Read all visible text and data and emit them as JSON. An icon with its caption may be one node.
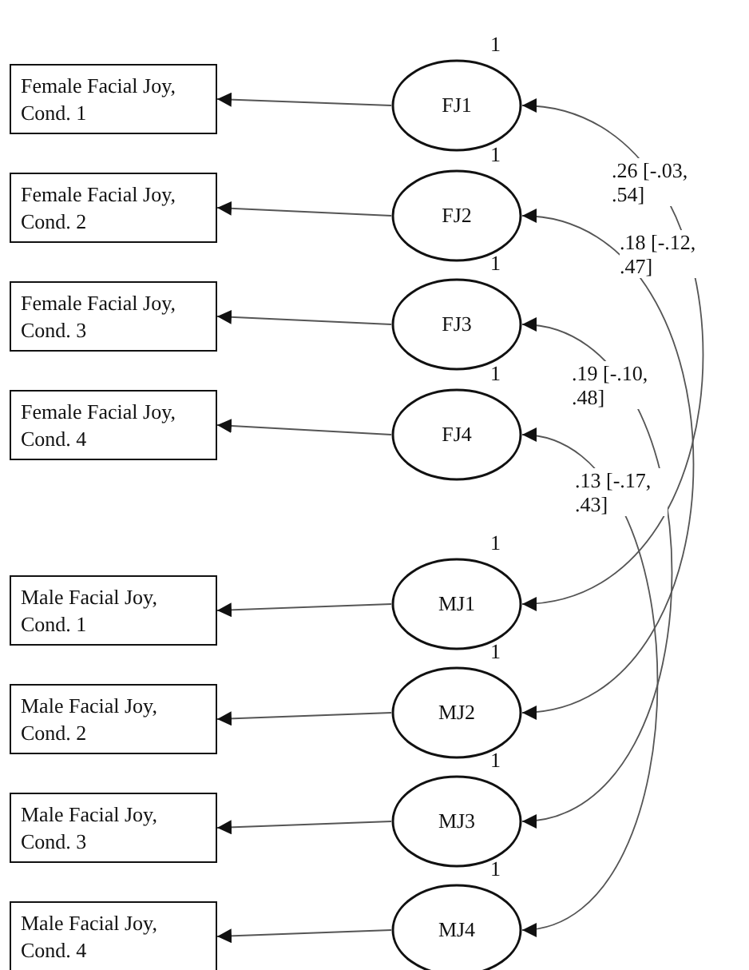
{
  "diagram": {
    "nodes": [
      {
        "text": [
          "Female Facial Joy, Cond. 1"
        ]
      },
      {
        "text": [
          "Female Facial Joy, Cond. 2"
        ]
      },
      {
        "text": [
          "Female Facial Joy, Cond. 3"
        ]
      },
      {
        "text": [
          "Female Facial Joy, Cond. 4"
        ]
      },
      {
        "text": [
          "Male Facial Joy, Cond. 1"
        ]
      },
      {
        "text": [
          "Male Facial Joy, Cond. 2"
        ]
      },
      {
        "text": [
          "Male Facial Joy, Cond. 3"
        ]
      },
      {
        "text": [
          "Male Facial Joy, Cond. 4"
        ]
      },
      {
        "text": [
          "FJ1"
        ],
        "beside": [
          "1"
        ]
      },
      {
        "text": [
          "FJ2"
        ],
        "beside": [
          "1"
        ]
      },
      {
        "text": [
          "FJ3"
        ],
        "beside": [
          "1"
        ]
      },
      {
        "text": [
          "FJ4"
        ],
        "beside": [
          "1"
        ]
      },
      {
        "text": [
          "MJ1"
        ],
        "beside": [
          "1"
        ]
      },
      {
        "text": [
          "MJ2"
        ],
        "beside": [
          "1"
        ]
      },
      {
        "text": [
          "MJ3"
        ],
        "beside": [
          "1"
        ]
      },
      {
        "text": [
          "MJ4"
        ],
        "beside": [
          "1"
        ]
      }
    ],
    "edges": [
      {
        "from": 8,
        "to": 0,
        "arrow": "to"
      },
      {
        "from": 9,
        "to": 1,
        "arrow": "to"
      },
      {
        "from": 10,
        "to": 2,
        "arrow": "to"
      },
      {
        "from": 11,
        "to": 3,
        "arrow": "to"
      },
      {
        "from": 12,
        "to": 4,
        "arrow": "to"
      },
      {
        "from": 13,
        "to": 5,
        "arrow": "to"
      },
      {
        "from": 14,
        "to": 6,
        "arrow": "to"
      },
      {
        "from": 15,
        "to": 7,
        "arrow": "to"
      },
      {
        "from": 8,
        "to": 12,
        "arrow": "both",
        "label": ".26 [-.03, .54]"
      },
      {
        "from": 9,
        "to": 13,
        "arrow": "both",
        "label": ".18 [-.12, .47]"
      },
      {
        "from": 10,
        "to": 14,
        "arrow": "both",
        "label": ".19 [-.10, .48]"
      },
      {
        "from": 11,
        "to": 15,
        "arrow": "both",
        "label": ".13 [-.17, .43]"
      }
    ]
  }
}
